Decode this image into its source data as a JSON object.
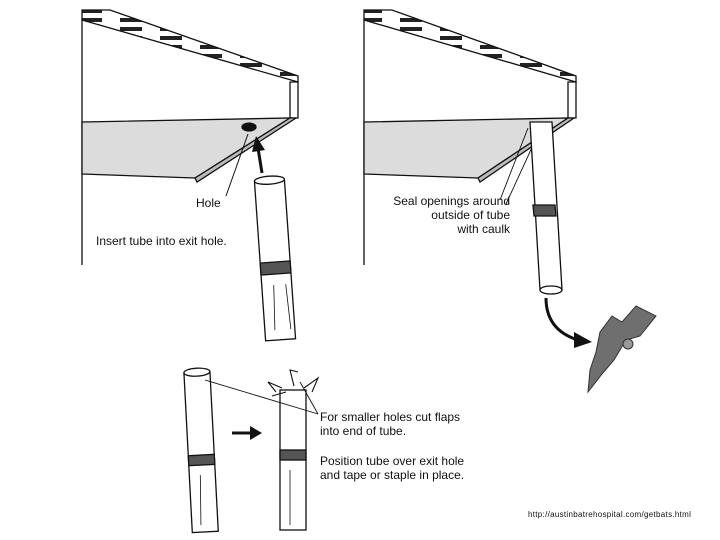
{
  "labels": {
    "hole": "Hole",
    "insert_tube": "Insert tube into exit hole.",
    "seal_openings": "Seal openings around\noutside of tube\nwith caulk",
    "smaller_holes": "For smaller holes cut flaps\ninto end of tube.",
    "position_tube": "Position tube over exit hole\nand tape or staple in place."
  },
  "source_url": "http://austinbatrehospital.com/getbats.html",
  "colors": {
    "ink": "#111111",
    "soffit": "#dcdcdc",
    "wall": "#ffffff",
    "tube": "#ffffff",
    "bat": "#6f6f6f"
  }
}
